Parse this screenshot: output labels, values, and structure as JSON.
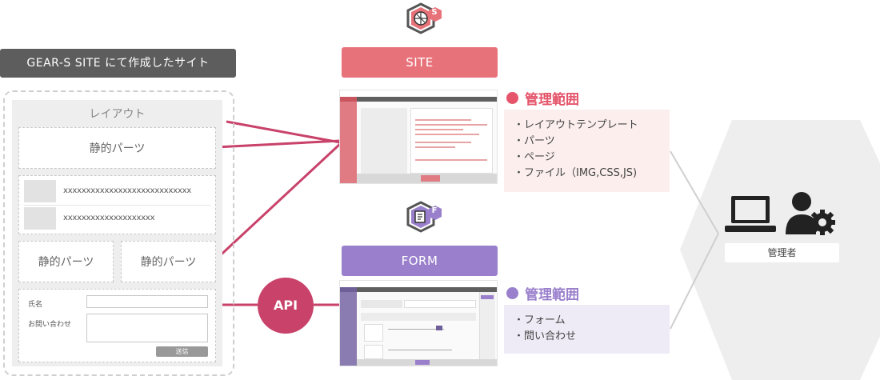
{
  "left": {
    "title": "GEAR-S SITE にて作成したサイト",
    "layout_label": "レイアウト",
    "static_parts_top": "静的パーツ",
    "list_items": [
      "xxxxxxxxxxxxxxxxxxxxxxxxxxxx",
      "xxxxxxxxxxxxxxxxxxxx"
    ],
    "static_parts_left": "静的パーツ",
    "static_parts_right": "静的パーツ",
    "form": {
      "name_label": "氏名",
      "inquiry_label": "お問い合わせ",
      "submit": "送信"
    }
  },
  "center": {
    "site_label": "SITE",
    "form_label": "FORM",
    "site_logo_letter": "S",
    "form_logo_letter": "F",
    "api_label": "API"
  },
  "site_scope": {
    "title": "管理範囲",
    "items": [
      "・レイアウトテンプレート",
      "・パーツ",
      "・ページ",
      "・ファイル（IMG,CSS,JS)"
    ]
  },
  "form_scope": {
    "title": "管理範囲",
    "items": [
      "・フォーム",
      "・問い合わせ"
    ]
  },
  "admin": {
    "label": "管理者"
  },
  "colors": {
    "site": "#e8727a",
    "site_dot": "#e5546a",
    "form": "#9a80cc",
    "api": "#c8426a",
    "line": "#c8426a",
    "hexagon": "#eeeeee"
  }
}
